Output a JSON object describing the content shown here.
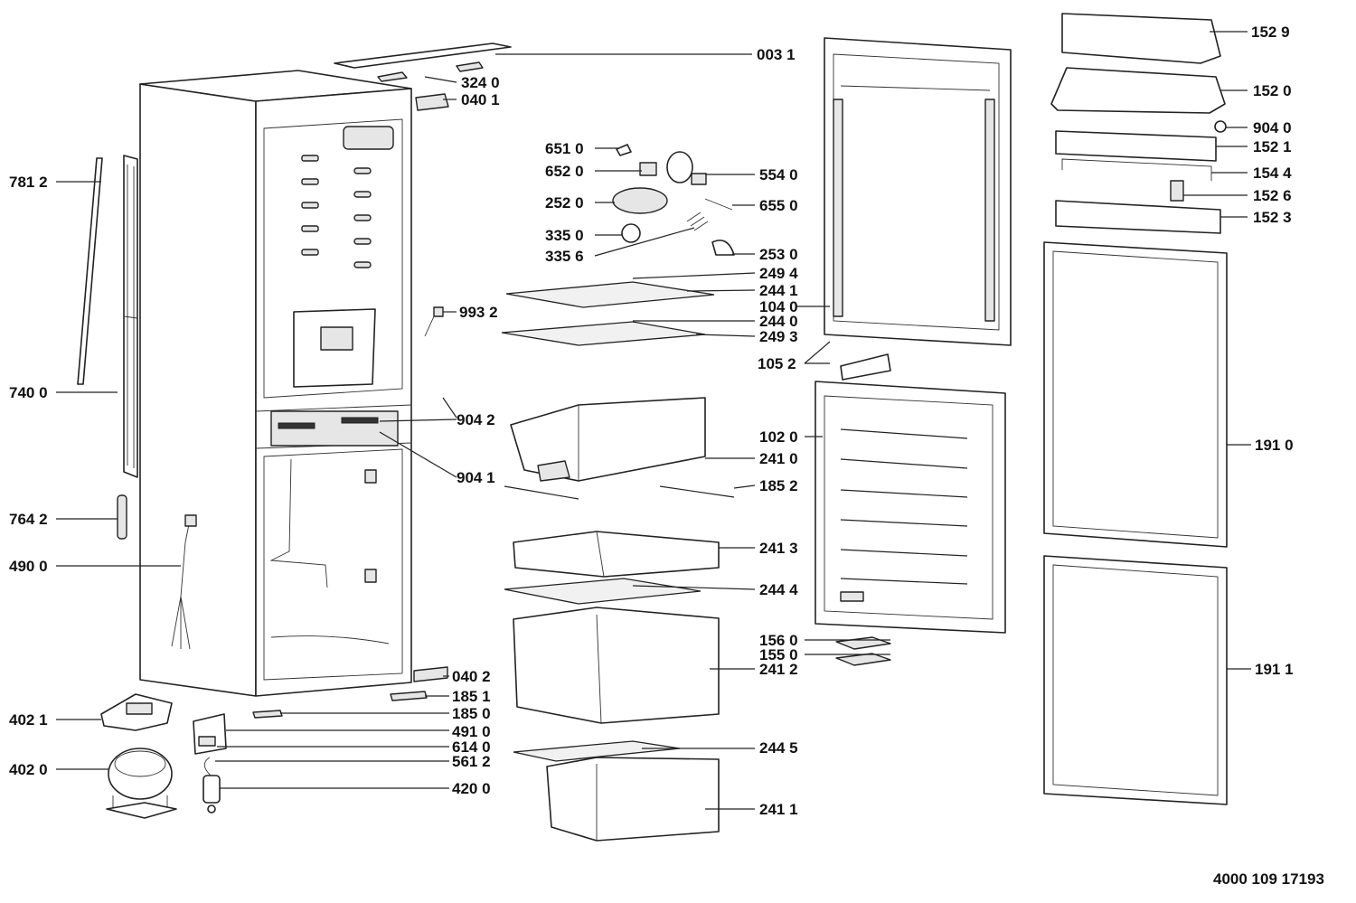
{
  "labels": {
    "l0031": "003 1",
    "l3240": "324 0",
    "l0401": "040 1",
    "l7812": "781 2",
    "l7400": "740 0",
    "l7642": "764 2",
    "l4900": "490 0",
    "l4021": "402 1",
    "l4020": "402 0",
    "l6510": "651 0",
    "l6520": "652 0",
    "l2520": "252 0",
    "l3350": "335 0",
    "l3356": "335 6",
    "l5540": "554 0",
    "l6550": "655 0",
    "l2530": "253 0",
    "l2494": "249 4",
    "l2441": "244 1",
    "l1040": "104 0",
    "l2440": "244 0",
    "l2493": "249 3",
    "l1052": "105 2",
    "l9932": "993 2",
    "l9042": "904 2",
    "l9041": "904 1",
    "l1020": "102 0",
    "l2410": "241 0",
    "l1852": "185 2",
    "l2413": "241 3",
    "l2444": "244 4",
    "l1560": "156 0",
    "l1550": "155 0",
    "l2412": "241 2",
    "l2445": "244 5",
    "l2411": "241 1",
    "l0402": "040 2",
    "l1851": "185 1",
    "l1850": "185 0",
    "l4910": "491 0",
    "l6140": "614 0",
    "l5612": "561 2",
    "l4200": "420 0",
    "l1529": "152 9",
    "l1520": "152 0",
    "l9040": "904 0",
    "l1521": "152 1",
    "l1544": "154 4",
    "l1526": "152 6",
    "l1523": "152 3",
    "l1910": "191 0",
    "l1911": "191 1"
  },
  "document_number": "4000 109 17193",
  "colors": {
    "line": "#222222",
    "text": "#111111",
    "background": "#ffffff",
    "part_fill": "#e6e6e6"
  }
}
